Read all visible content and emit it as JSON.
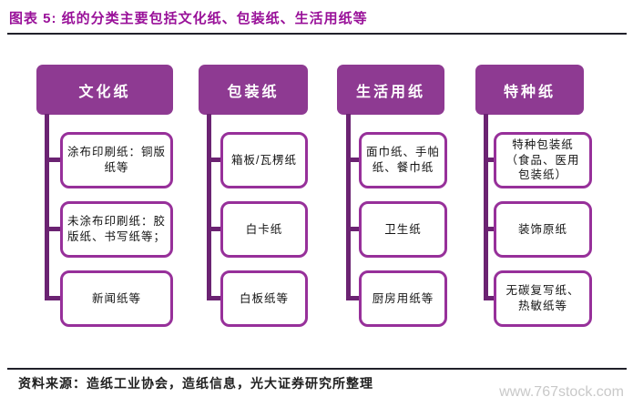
{
  "figure": {
    "title": "图表 5: 纸的分类主要包括文化纸、包装纸、生活用纸等",
    "source": "资料来源：造纸工业协会，造纸信息，光大证券研究所整理",
    "watermark": "www.767stock.com"
  },
  "colors": {
    "title-purple": "#991199",
    "purple-fill": "#8e3a92",
    "box-border": "#97309a",
    "line-dark": "#6b2372",
    "rule-dark": "#20202a",
    "watermark-gray": "#c9c9c9"
  },
  "diagram": {
    "type": "classification-tree",
    "columns": [
      {
        "header": "文化纸",
        "children": [
          "涂布印刷纸：铜版纸等",
          "未涂布印刷纸：胶版纸、书写纸等；",
          "新闻纸等"
        ]
      },
      {
        "header": "包装纸",
        "children": [
          "箱板/瓦楞纸",
          "白卡纸",
          "白板纸等"
        ]
      },
      {
        "header": "生活用纸",
        "children": [
          "面巾纸、手帕纸、餐巾纸",
          "卫生纸",
          "厨房用纸等"
        ]
      },
      {
        "header": "特种纸",
        "children": [
          "特种包装纸（食品、医用包装纸）",
          "装饰原纸",
          "无碳复写纸、热敏纸等"
        ]
      }
    ]
  }
}
